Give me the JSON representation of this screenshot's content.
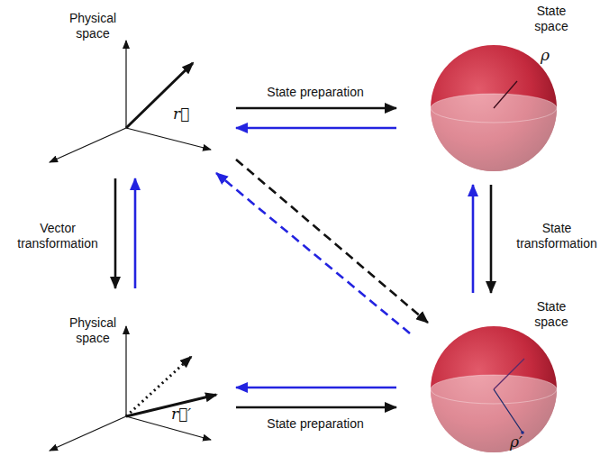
{
  "diagram": {
    "nodes": [
      {
        "text": [
          "Physical space",
          "r⃗"
        ]
      },
      {
        "text": [
          "State space",
          "ρ"
        ]
      },
      {
        "text": [
          "Physical space",
          "r⃗′"
        ]
      },
      {
        "text": [
          "State space",
          "ρ′"
        ]
      }
    ],
    "edges": [
      {
        "from": 0,
        "to": 1,
        "arrow": "to",
        "label": "State preparation"
      },
      {
        "from": 1,
        "to": 0,
        "arrow": "to"
      },
      {
        "from": 0,
        "to": 2,
        "arrow": "to",
        "label": "Vector transformation"
      },
      {
        "from": 2,
        "to": 0,
        "arrow": "to"
      },
      {
        "from": 1,
        "to": 3,
        "arrow": "to",
        "label": "State transformation"
      },
      {
        "from": 3,
        "to": 1,
        "arrow": "to"
      },
      {
        "from": 0,
        "to": 3,
        "arrow": "to"
      },
      {
        "from": 3,
        "to": 0,
        "arrow": "to"
      },
      {
        "from": 3,
        "to": 2,
        "arrow": "to"
      },
      {
        "from": 2,
        "to": 3,
        "arrow": "to",
        "label": "State preparation"
      }
    ]
  }
}
